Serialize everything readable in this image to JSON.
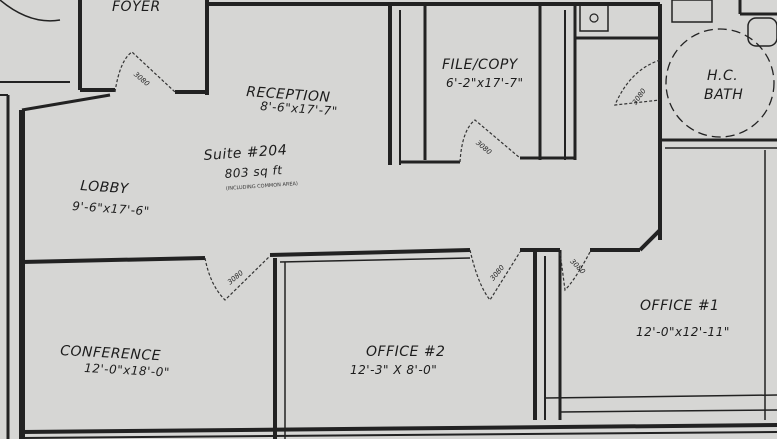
{
  "rooms": {
    "foyer": {
      "name": "FOYER"
    },
    "reception": {
      "name": "RECEPTION",
      "dims": "8'-6\"x17'-7\""
    },
    "file_copy": {
      "name": "FILE/COPY",
      "dims": "6'-2\"x17'-7\""
    },
    "hc_bath": {
      "name": "H.C.",
      "sub": "BATH"
    },
    "suite": {
      "name": "Suite #204",
      "area": "803 sq ft",
      "note": "(INCLUDING COMMON AREA)"
    },
    "lobby": {
      "name": "LOBBY",
      "dims": "9'-6\"x17'-6\""
    },
    "conference": {
      "name": "CONFERENCE",
      "dims": "12'-0\"x18'-0\""
    },
    "office2": {
      "name": "OFFICE #2",
      "dims": "12'-3\" X 8'-0\""
    },
    "office1": {
      "name": "OFFICE #1",
      "dims": "12'-0\"x12'-11\""
    }
  },
  "doors": {
    "foyer_door": "3080",
    "file_door": "3080",
    "bath_door": "3080",
    "conf_door": "3080",
    "office2_door": "3080",
    "office1_door": "3080"
  },
  "colors": {
    "paper": "#d6d6d4",
    "ink": "#222222"
  }
}
